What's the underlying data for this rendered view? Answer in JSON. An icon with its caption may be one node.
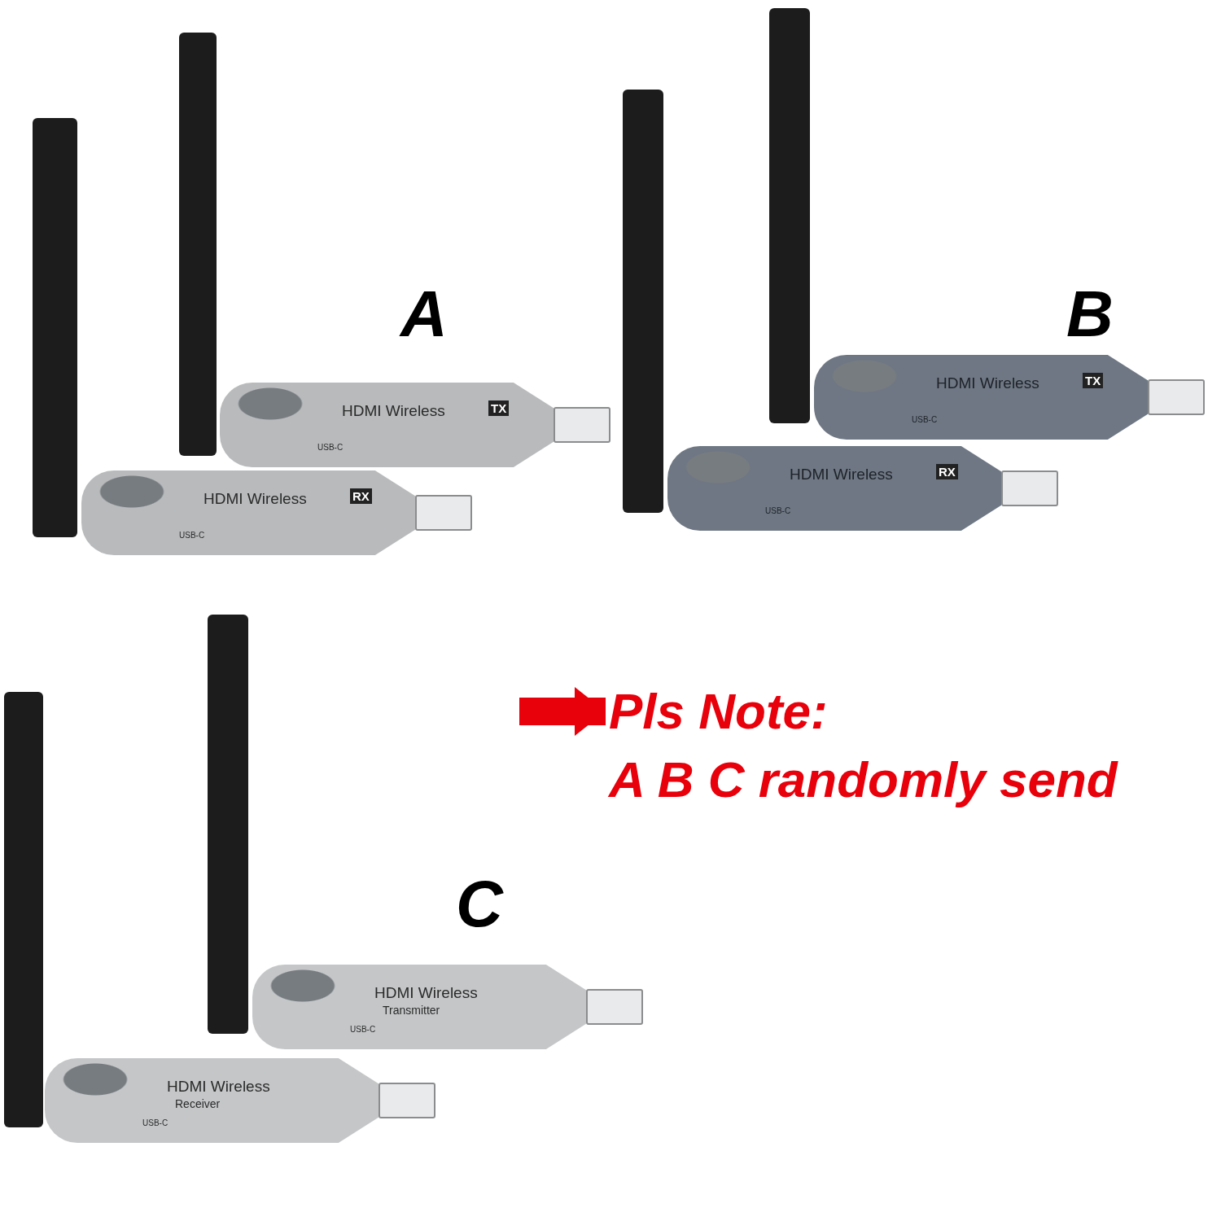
{
  "diagram": {
    "nodes": [
      {
        "text": [
          "HDMI Wireless",
          "TX",
          "USB-C"
        ]
      },
      {
        "text": [
          "HDMI Wireless",
          "RX",
          "USB-C"
        ]
      },
      {
        "text": [
          "HDMI Wireless",
          "TX",
          "USB-C"
        ]
      },
      {
        "text": [
          "HDMI Wireless",
          "RX",
          "USB-C"
        ]
      },
      {
        "text": [
          "Pls Note:",
          "A B C randomly send"
        ]
      },
      {
        "text": [
          "HDMI Wireless",
          "Transmitter",
          "USB-C"
        ]
      },
      {
        "text": [
          "HDMI Wireless",
          "Receiver",
          "USB-C"
        ]
      },
      {
        "text": [],
        "shape": "bar"
      },
      {
        "text": [],
        "shape": "bar"
      },
      {
        "text": [],
        "shape": "bar"
      },
      {
        "text": [],
        "shape": "bar"
      },
      {
        "text": [],
        "shape": "bar"
      },
      {
        "text": [],
        "shape": "bar"
      }
    ],
    "edges": [
      {
        "from": null,
        "to": 4,
        "arrow": "to"
      }
    ],
    "labels": [
      "A",
      "B",
      "C"
    ]
  }
}
